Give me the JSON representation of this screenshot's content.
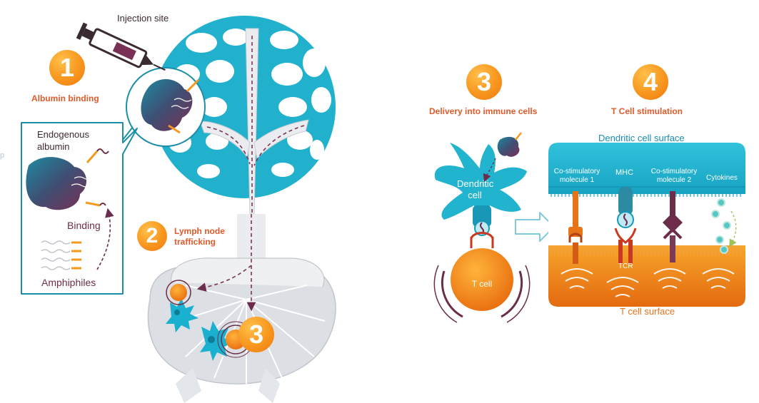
{
  "labels": {
    "injection_site": "Injection site",
    "step1_number": "1",
    "step1_title": "Albumin binding",
    "endogenous_albumin": "Endogenous albumin",
    "binding": "Binding",
    "amphiphiles": "Amphiphiles",
    "step2_number": "2",
    "step2_title": "Lymph node trafficking",
    "step3_number": "3",
    "step3_title": "Delivery into immune cells",
    "dendritic_cell": "Dendritic cell",
    "t_cell": "T cell",
    "step4_number": "4",
    "step4_title": "T Cell stimulation",
    "dendritic_cell_surface": "Dendritic cell surface",
    "costim1": "Co-stimulatory molecule 1",
    "mhc": "MHC",
    "costim2": "Co-stimulatory molecule 2",
    "cytokines": "Cytokines",
    "tcr": "TCR",
    "t_cell_surface": "T cell surface",
    "lymph_node_number": "3",
    "edge_fragment": "p"
  },
  "colors": {
    "teal": "#22b4cf",
    "teal_dark": "#0f7c95",
    "orange": "#f39a1e",
    "orange_deep": "#e8741a",
    "plum": "#6b2d4a",
    "step_title": "#e15a2b",
    "node_grey": "#dcdfe3"
  }
}
